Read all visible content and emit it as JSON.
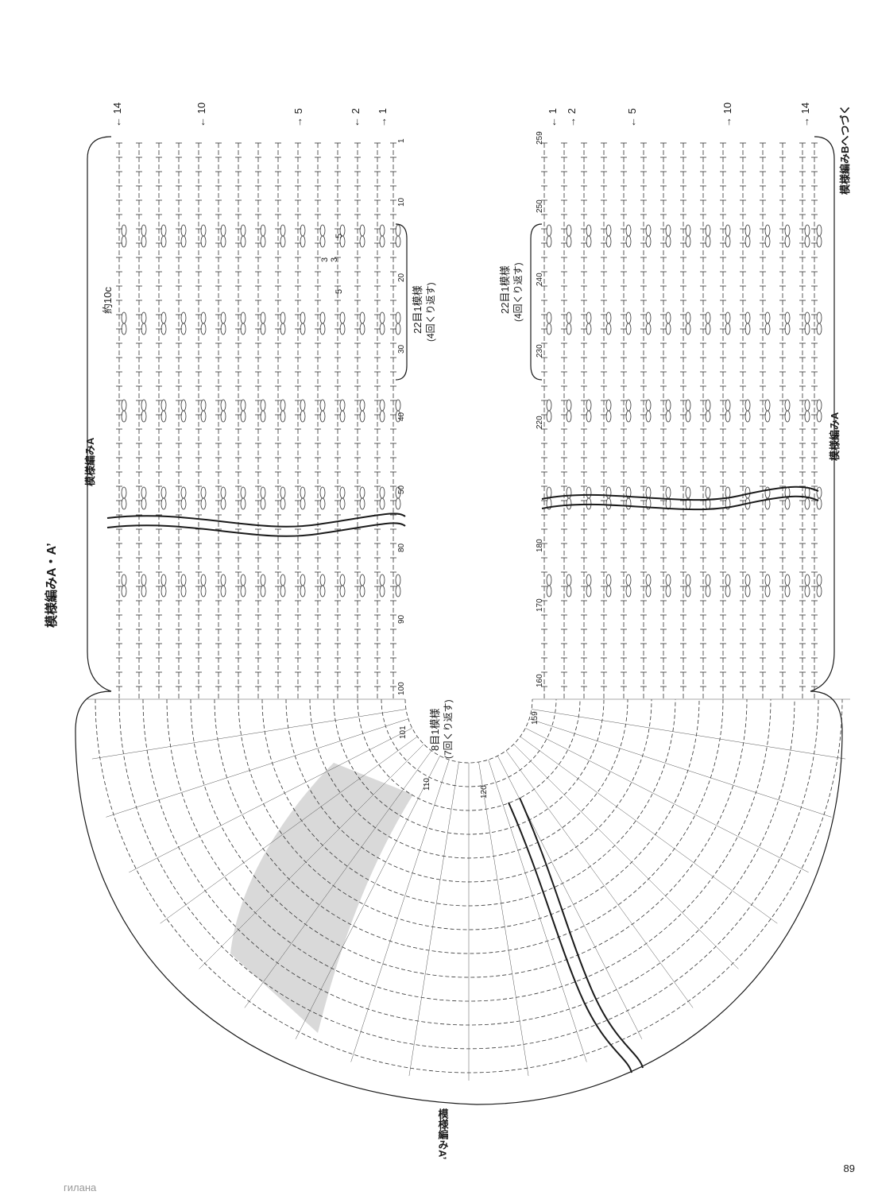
{
  "title": "模様編みA・A’",
  "labels": {
    "pattern_a": "模様編みA",
    "pattern_a_prime": "模様編みA’",
    "continue_b": "模様編みBへつづく",
    "approx": "約10c",
    "repeat_22": "22目1模様",
    "repeat_22_times": "(4回くり返す)",
    "repeat_8": "8目1模様",
    "repeat_8_times": "(7回くり返す)"
  },
  "left_row_markers": [
    {
      "row": "14",
      "dir": "←"
    },
    {
      "row": "10",
      "dir": "←"
    },
    {
      "row": "5",
      "dir": "→"
    },
    {
      "row": "2",
      "dir": "←"
    },
    {
      "row": "1",
      "dir": "→"
    }
  ],
  "right_row_markers": [
    {
      "row": "1",
      "dir": "←"
    },
    {
      "row": "2",
      "dir": "→"
    },
    {
      "row": "5",
      "dir": "←"
    },
    {
      "row": "10",
      "dir": "→"
    },
    {
      "row": "14",
      "dir": "→"
    }
  ],
  "left_stitch_counts": [
    "1",
    "10",
    "20",
    "30",
    "40",
    "50",
    "80",
    "90",
    "100"
  ],
  "curve_stitch_counts": [
    "101",
    "110",
    "120",
    "159"
  ],
  "right_stitch_counts": [
    "160",
    "170",
    "180",
    "220",
    "230",
    "240",
    "250",
    "259"
  ],
  "inner_numbers": [
    "5",
    "3",
    "3",
    "5"
  ],
  "page_number": "89",
  "watermark": "гилана"
}
